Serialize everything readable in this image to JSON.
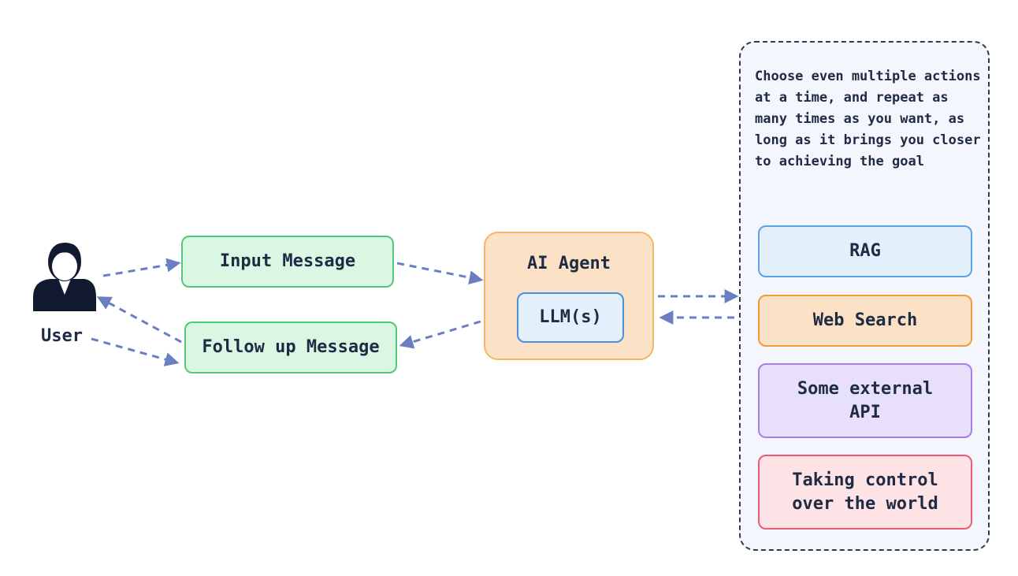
{
  "user": {
    "label": "User",
    "icon": "user-icon"
  },
  "messages": {
    "input": "Input Message",
    "follow_up": "Follow up Message"
  },
  "agent": {
    "title": "AI Agent",
    "model": "LLM(s)"
  },
  "actions_panel": {
    "note": "Choose even multiple actions at a time, and repeat as many times as you want, as long as it brings you closer to achieving the goal",
    "items": [
      {
        "label": "RAG",
        "color": "#e3f0fc"
      },
      {
        "label": "Web Search",
        "color": "#fbe2c6"
      },
      {
        "label": "Some external API",
        "color": "#e8e0fb"
      },
      {
        "label": "Taking control over the world",
        "color": "#fde2e6"
      }
    ]
  },
  "colors": {
    "arrow": "#6b7fc0",
    "text": "#1f2a44"
  }
}
